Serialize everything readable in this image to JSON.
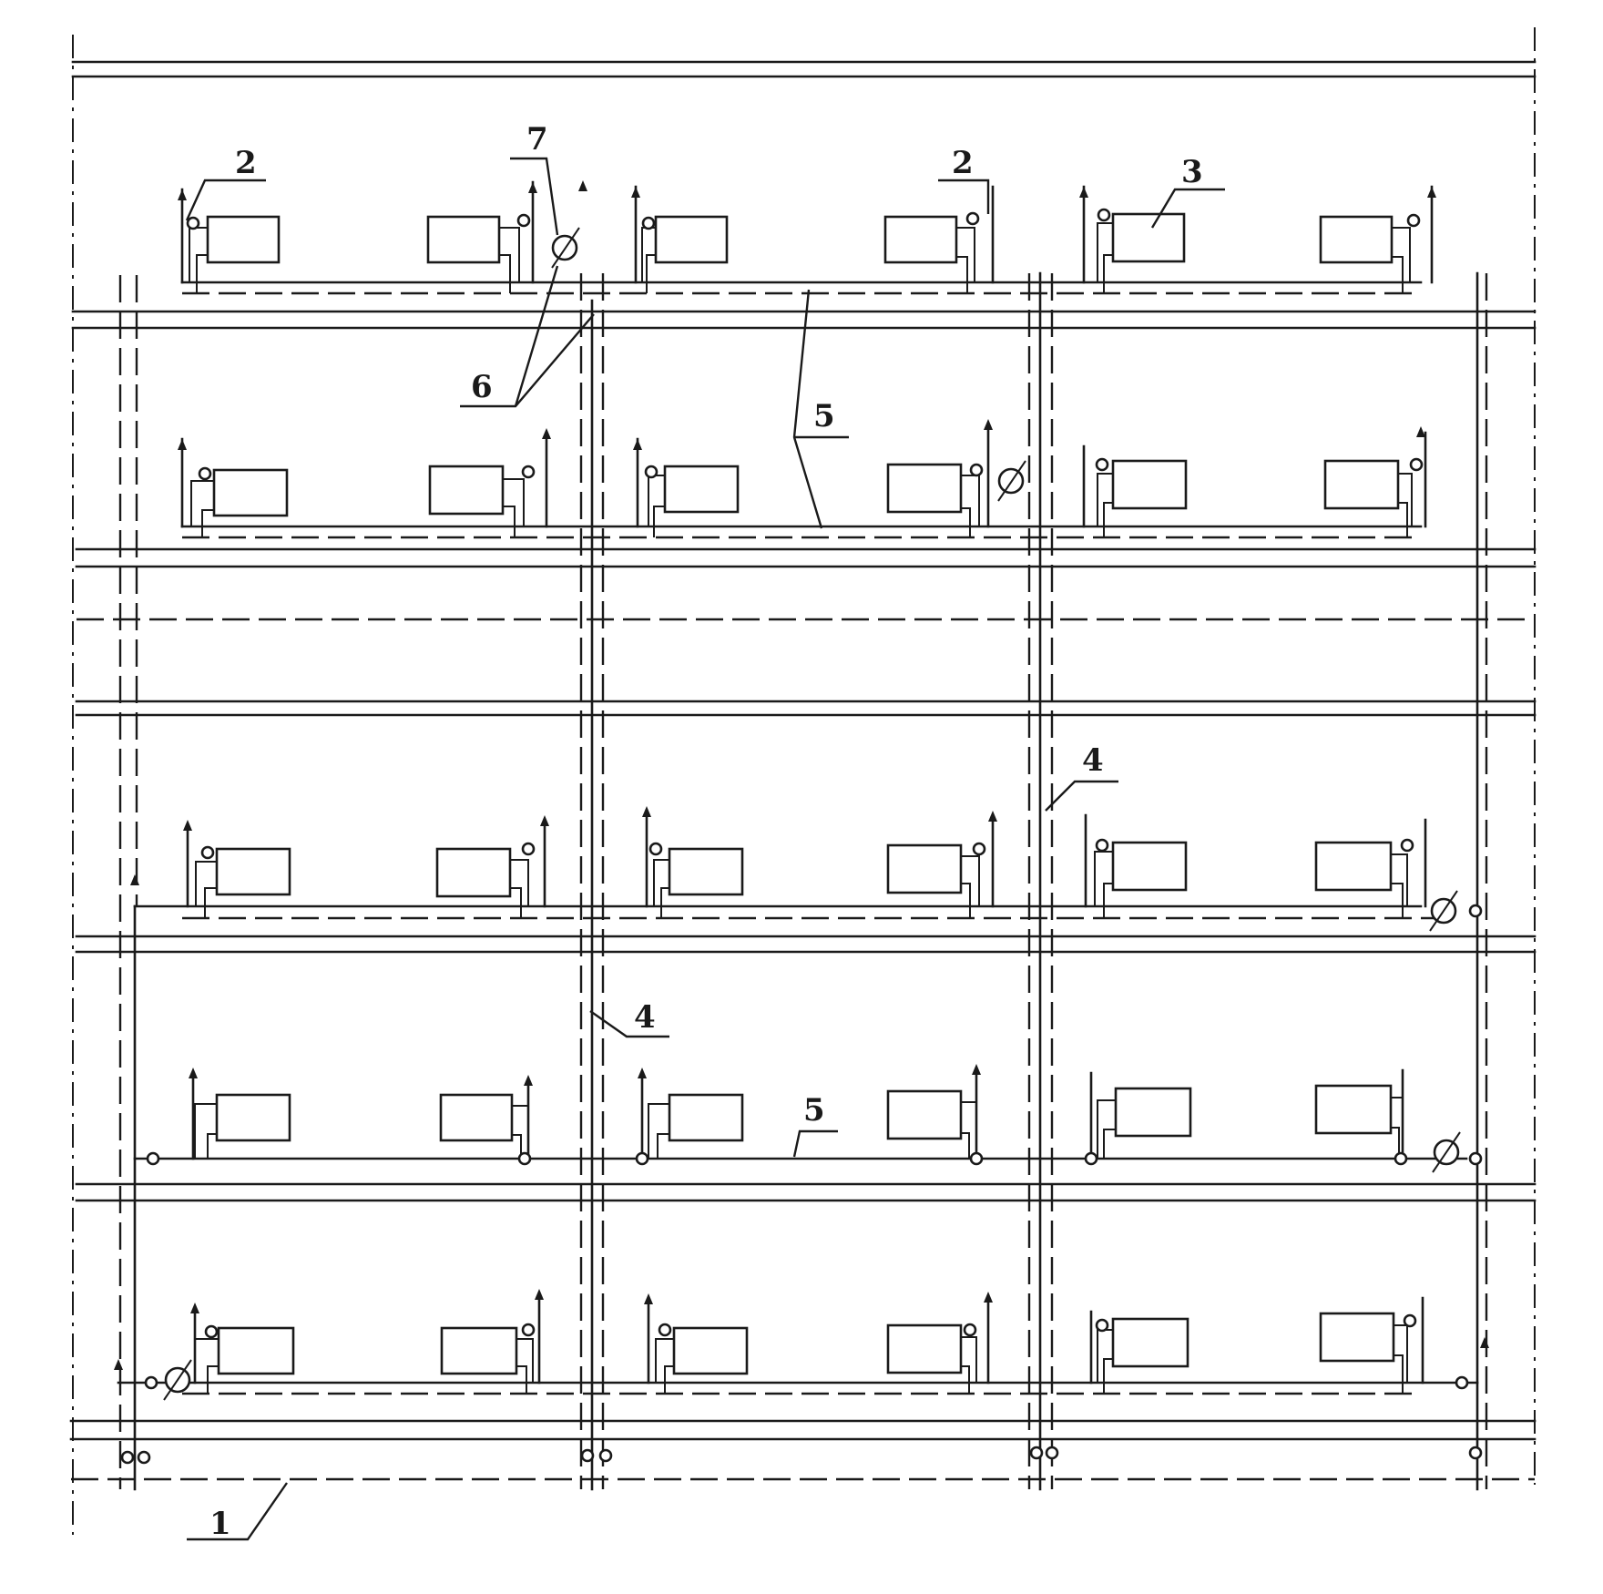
{
  "diagram": {
    "callouts": {
      "supply_main": "1",
      "valve_top_left": "2",
      "valve_top_mid": "2",
      "radiator": "3",
      "riser_upper": "4",
      "riser_lower": "4",
      "branch_upper": "5",
      "branch_lower": "5",
      "stub_pipes": "6",
      "meter": "7"
    }
  }
}
